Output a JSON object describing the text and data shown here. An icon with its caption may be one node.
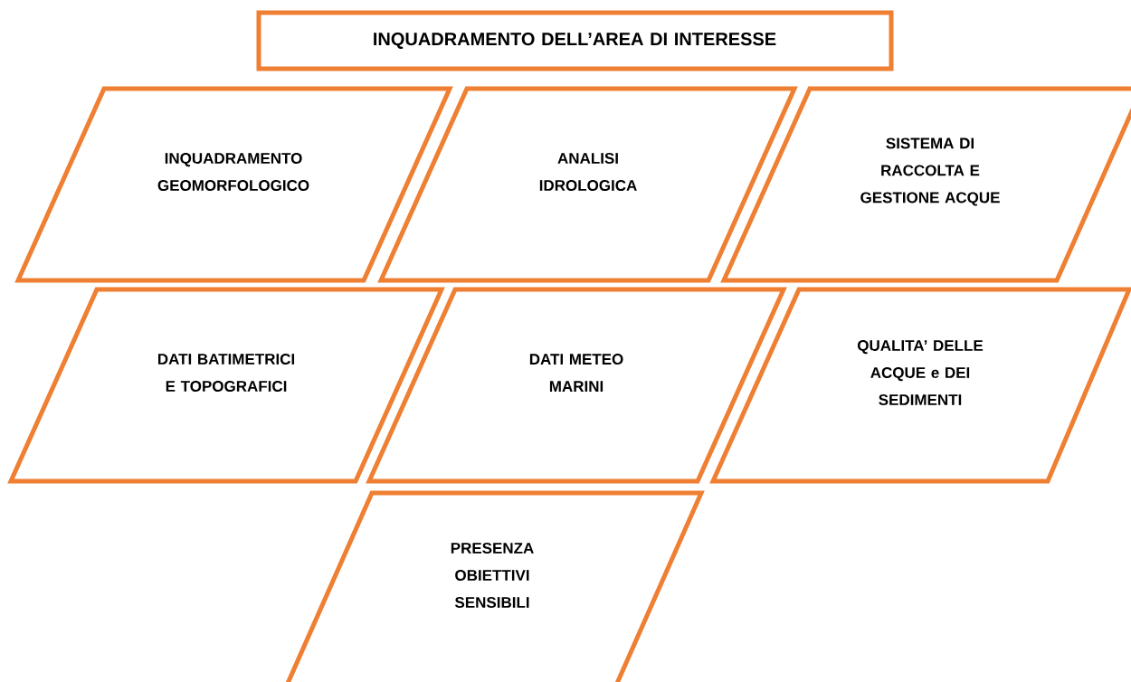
{
  "diagram": {
    "nodes": [
      {
        "text": [
          "INQUADRAMENTO DELL’AREA DI INTERESSE"
        ]
      },
      {
        "text": [
          "INQUADRAMENTO GEOMORFOLOGICO"
        ]
      },
      {
        "text": [
          "ANALISI IDROLOGICA"
        ]
      },
      {
        "text": [
          "SISTEMA DI RACCOLTA E GESTIONE ACQUE"
        ]
      },
      {
        "text": [
          "DATI BATIMETRICI E TOPOGRAFICI"
        ]
      },
      {
        "text": [
          "DATI METEO MARINI"
        ]
      },
      {
        "text": [
          "QUALITA’ DELLE ACQUE e DEI SEDIMENTI"
        ]
      },
      {
        "text": [
          "PRESENZA OBIETTIVI SENSIBILI"
        ]
      }
    ]
  }
}
